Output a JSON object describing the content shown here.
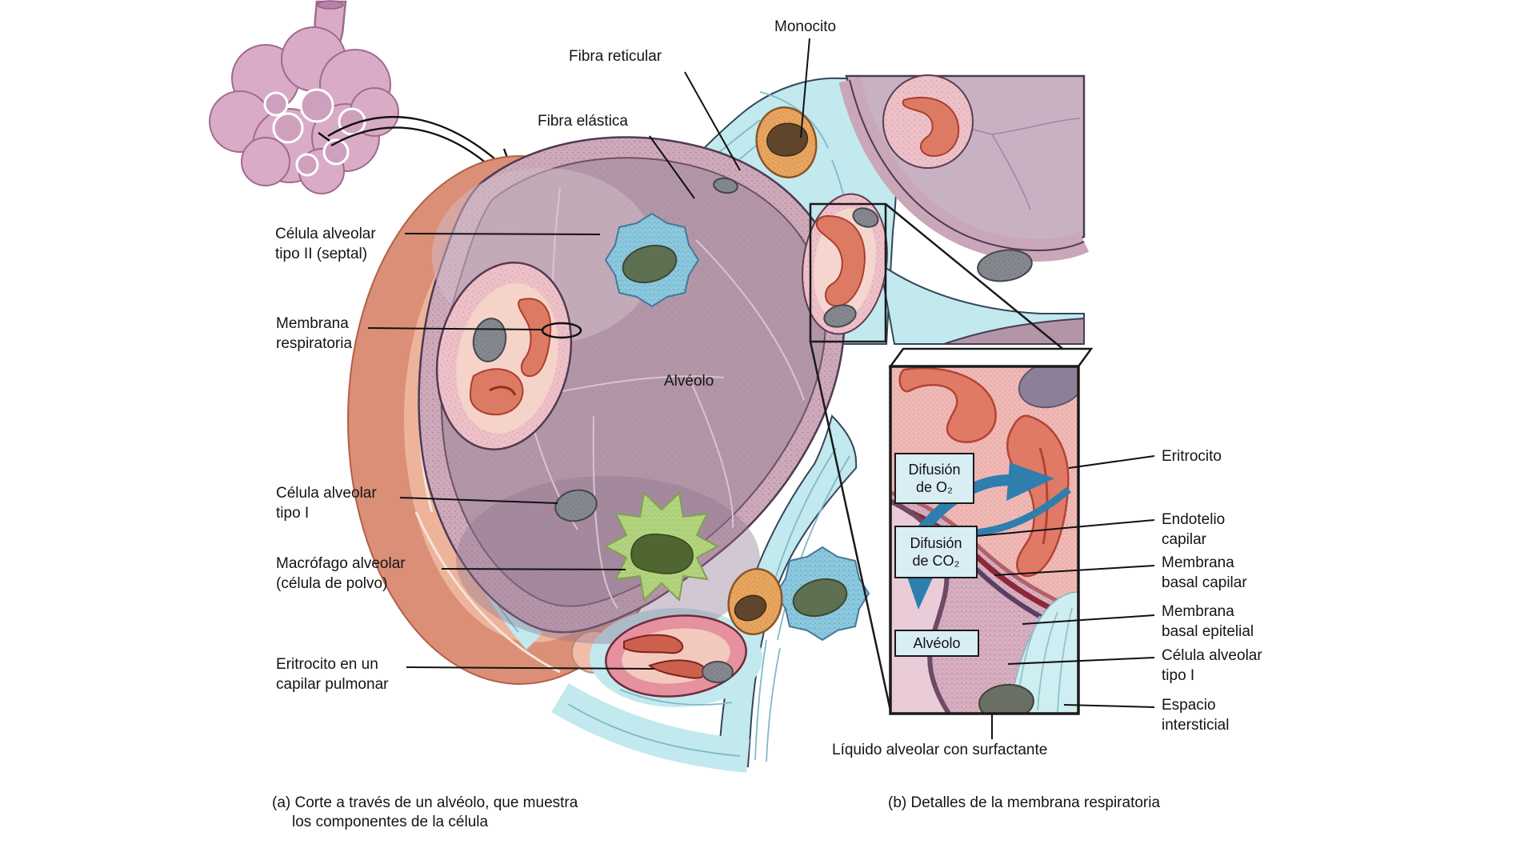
{
  "figure": {
    "panel_a": {
      "caption_line1": "(a) Corte a través de un alvéolo, que muestra",
      "caption_line2": "los componentes de la célula",
      "labels": {
        "monocito": "Monocito",
        "fibra_reticular": "Fibra reticular",
        "fibra_elastica": "Fibra elástica",
        "celula_tipo2_l1": "Célula alveolar",
        "celula_tipo2_l2": "tipo II (septal)",
        "membrana_respiratoria_l1": "Membrana",
        "membrana_respiratoria_l2": "respiratoria",
        "alveolo": "Alvéolo",
        "celula_tipo1_l1": "Célula alveolar",
        "celula_tipo1_l2": "tipo I",
        "macrofago_l1": "Macrófago alveolar",
        "macrofago_l2": "(célula de polvo)",
        "eritrocito_capilar_l1": "Eritrocito en un",
        "eritrocito_capilar_l2": "capilar pulmonar"
      }
    },
    "panel_b": {
      "caption": "(b) Detalles de la membrana respiratoria",
      "inset_boxes": {
        "difusion_o2_l1": "Difusión",
        "difusion_o2_l2": "de O₂",
        "difusion_co2_l1": "Difusión",
        "difusion_co2_l2": "de CO₂",
        "alveolo": "Alvéolo"
      },
      "labels": {
        "eritrocito": "Eritrocito",
        "endotelio_l1": "Endotelio",
        "endotelio_l2": "capilar",
        "membrana_basal_capilar_l1": "Membrana",
        "membrana_basal_capilar_l2": "basal capilar",
        "membrana_basal_epitelial_l1": "Membrana",
        "membrana_basal_epitelial_l2": "basal epitelial",
        "celula_tipo1_l1": "Célula alveolar",
        "celula_tipo1_l2": "tipo I",
        "espacio_intersticial_l1": "Espacio",
        "espacio_intersticial_l2": "intersticial",
        "liquido_alveolar": "Líquido alveolar con surfactante"
      }
    },
    "colors": {
      "alveolus_interior": "#b296a7",
      "alveolar_wall": "#cda9ba",
      "interstitial_cyan": "#c2e9ee",
      "capillary_lumen": "#f4cdc2",
      "erythrocyte_salmon": "#dd7a64",
      "type2_cell_blue": "#8cc8de",
      "macrophage_green": "#b2d47e",
      "monocyte_orange": "#e8a55f",
      "nucleus_grey": "#85888f",
      "diffusion_arrow_blue": "#2e7fae",
      "label_box_bg": "#d9edf5",
      "alveolar_sac_pink": "#d9abc6"
    }
  }
}
